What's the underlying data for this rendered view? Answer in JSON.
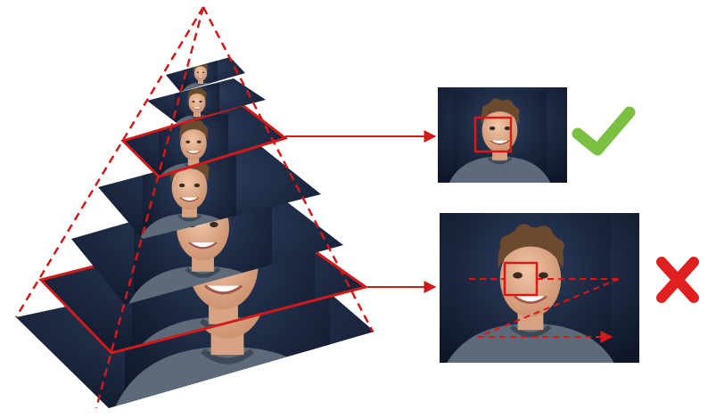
{
  "figure": {
    "topic": "image-pyramid-face-detection",
    "pyramid_level_count": 7,
    "highlighted_levels": [
      3,
      6
    ],
    "colors": {
      "background": "#ffffff",
      "annotation_red": "#d11a1a",
      "check_green": "#7bc043",
      "cross_red": "#e02020",
      "photo_background": "#16213a",
      "skin": "#e7b595",
      "hair": "#6b4a2e",
      "shirt": "#5d6a7a"
    },
    "results": [
      {
        "name": "match",
        "icon": "check-mark-icon"
      },
      {
        "name": "no-match",
        "icon": "cross-mark-icon"
      }
    ]
  }
}
